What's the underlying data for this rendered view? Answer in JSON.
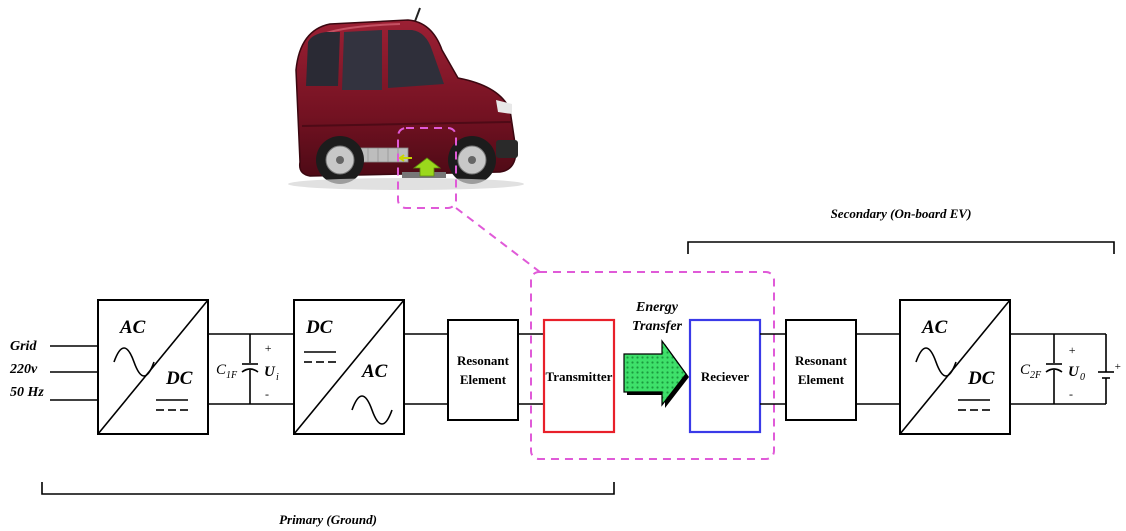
{
  "grid": {
    "line1": "Grid",
    "line2": "220v",
    "line3": "50 Hz"
  },
  "rectifier_primary": {
    "top": "AC",
    "bottom": "DC"
  },
  "cap1": {
    "label": "C",
    "sub": "1F",
    "plus": "+",
    "minus": "-",
    "volt": "U",
    "volt_sub": "i"
  },
  "inverter": {
    "top": "DC",
    "bottom": "AC"
  },
  "resonant_primary": {
    "line1": "Resonant",
    "line2": "Element"
  },
  "transmitter": {
    "label": "Transmitter",
    "color": "#e8202a"
  },
  "energy": {
    "line1": "Energy",
    "line2": "Transfer",
    "arrow_color": "#3ee06a"
  },
  "receiver": {
    "label": "Reciever",
    "color": "#3a3ae8"
  },
  "resonant_secondary": {
    "line1": "Resonant",
    "line2": "Element"
  },
  "rectifier_secondary": {
    "top": "AC",
    "bottom": "DC"
  },
  "cap2": {
    "label": "C",
    "sub": "2F",
    "plus": "+",
    "minus": "-",
    "volt": "U",
    "volt_sub": "0"
  },
  "battery": {
    "plus": "+"
  },
  "sections": {
    "primary": "Primary (Ground)",
    "secondary": "Secondary (On-board EV)"
  },
  "colors": {
    "car_body": "#7a1424",
    "zoom_outline": "#e05ad8"
  }
}
